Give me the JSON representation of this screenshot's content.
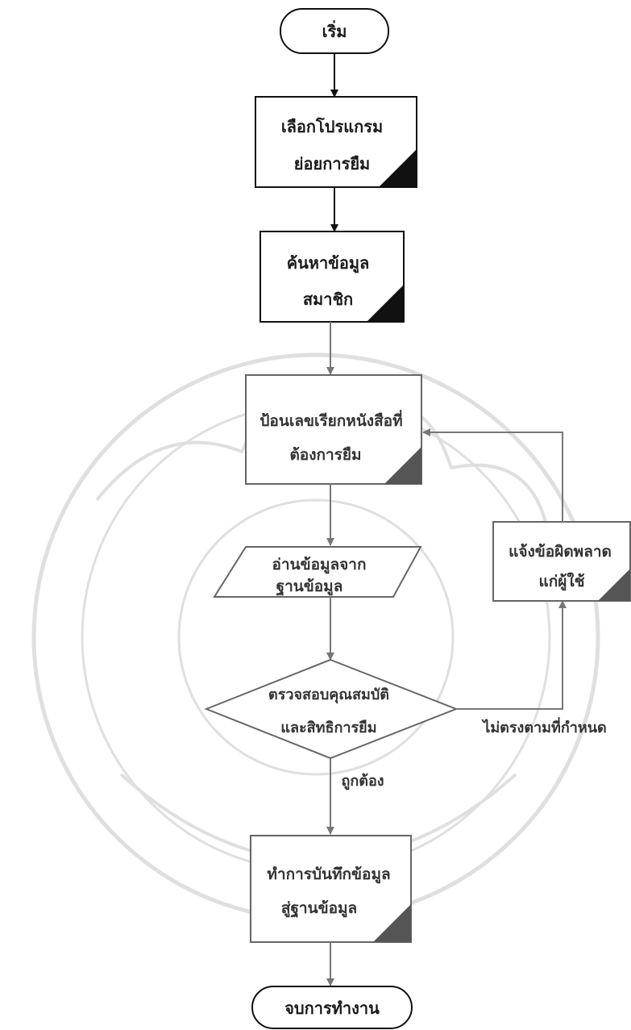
{
  "diagram": {
    "start": "เริ่ม",
    "select_program": [
      "เลือกโปรแกรม",
      "ย่อยการยืม"
    ],
    "search_member": [
      "ค้นหาข้อมูล",
      "สมาชิก"
    ],
    "enter_call_number": [
      "ป้อนเลขเรียกหนังสือที่",
      "ต้องการยืม"
    ],
    "read_database": [
      "อ่านข้อมูลจาก",
      "ฐานข้อมูล"
    ],
    "check_eligibility": [
      "ตรวจสอบคุณสมบัติ",
      "และสิทธิการยืม"
    ],
    "notify_error": [
      "แจ้งข้อผิดพลาด",
      "แก่ผู้ใช้"
    ],
    "save_record": [
      "ทำการบันทึกข้อมูล",
      "สู่ฐานข้อมูล"
    ],
    "end": "จบการทำงาน",
    "label_not_match": "ไม่ตรงตามที่กำหนด",
    "label_correct": "ถูกต้อง"
  }
}
